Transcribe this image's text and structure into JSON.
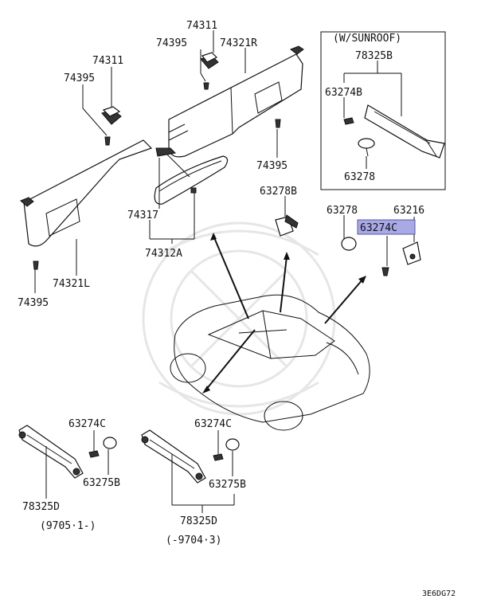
{
  "diagram": {
    "code": "3E6DG72",
    "box_title": "(W/SUNROOF)",
    "highlight_color": "#a9a9e6",
    "labels": {
      "p74311_a": "74311",
      "p74395_a": "74395",
      "p74321r": "74321R",
      "p74311_b": "74311",
      "p74395_b": "74395",
      "p74395_c": "74395",
      "p74317": "74317",
      "p74312a": "74312A",
      "p74321l": "74321L",
      "p74395_d": "74395",
      "p63278b": "63278B",
      "p78325b": "78325B",
      "p63274b": "63274B",
      "p63278_box": "63278",
      "p63278": "63278",
      "p63216": "63216",
      "p63274c_hl": "63274C",
      "p63274c_l": "63274C",
      "p63275b_l": "63275B",
      "p78325d_l": "78325D",
      "date_l": "(9705·1-)",
      "p63274c_r": "63274C",
      "p63275b_r": "63275B",
      "p78325d_r": "78325D",
      "date_r": "(-9704·3)"
    }
  }
}
